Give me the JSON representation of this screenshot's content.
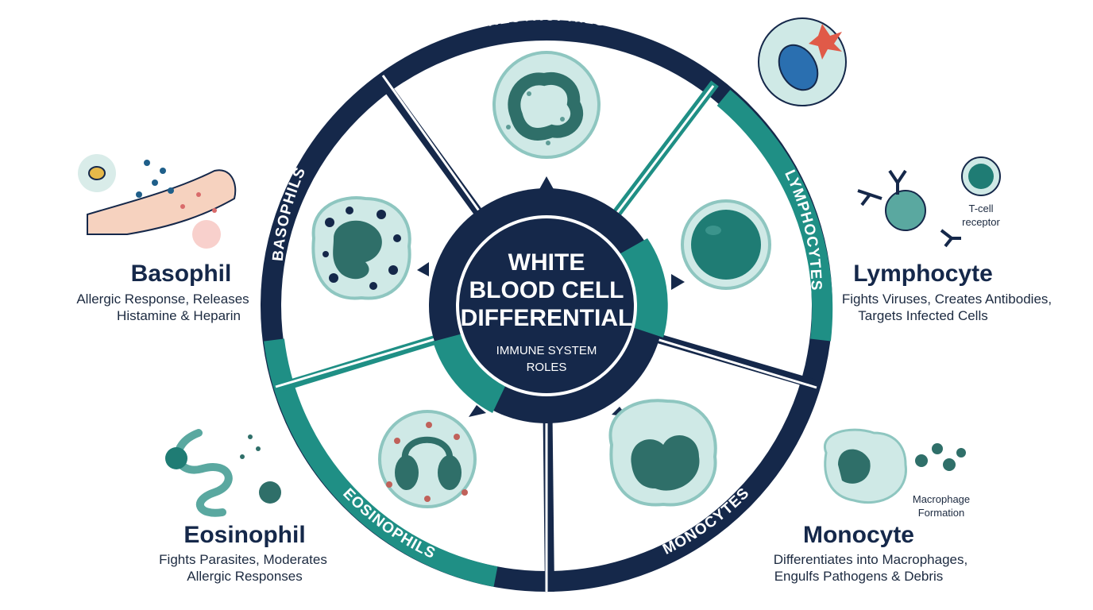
{
  "colors": {
    "navy": "#15284a",
    "teal": "#1f8f85",
    "cell_fill": "#cfe9e6",
    "nucleus": "#2f6f69",
    "white": "#ffffff"
  },
  "hub": {
    "title_lines": [
      "WHITE",
      "BLOOD CELL",
      "DIFFERENTIAL"
    ],
    "subtitle_lines": [
      "IMMUNE SYSTEM",
      "ROLES"
    ]
  },
  "ring": {
    "neutrophils": "NEUTROPHILS",
    "lymphocytes": "LYMPHOCYTES",
    "monocytes": "MONOCYTES",
    "eosinophils": "EOSINOPHILS",
    "basophils": "BASOPHILS"
  },
  "panels": {
    "basophil": {
      "title": "Basophil",
      "desc": [
        "Allergic Response, Releases",
        "Histamine & Heparin"
      ]
    },
    "lymphocyte": {
      "title": "Lymphocyte",
      "desc": [
        "Fights Viruses, Creates Antibodies,",
        "Targets Infected Cells"
      ],
      "icon_label": [
        "T-cell",
        "receptor"
      ]
    },
    "eosinophil": {
      "title": "Eosinophil",
      "desc": [
        "Fights Parasites, Moderates",
        "Allergic Responses"
      ]
    },
    "monocyte": {
      "title": "Monocyte",
      "desc": [
        "Differentiates into Macrophages,",
        "Engulfs Pathogens & Debris"
      ],
      "icon_label": [
        "Macrophage",
        "Formation"
      ]
    }
  }
}
